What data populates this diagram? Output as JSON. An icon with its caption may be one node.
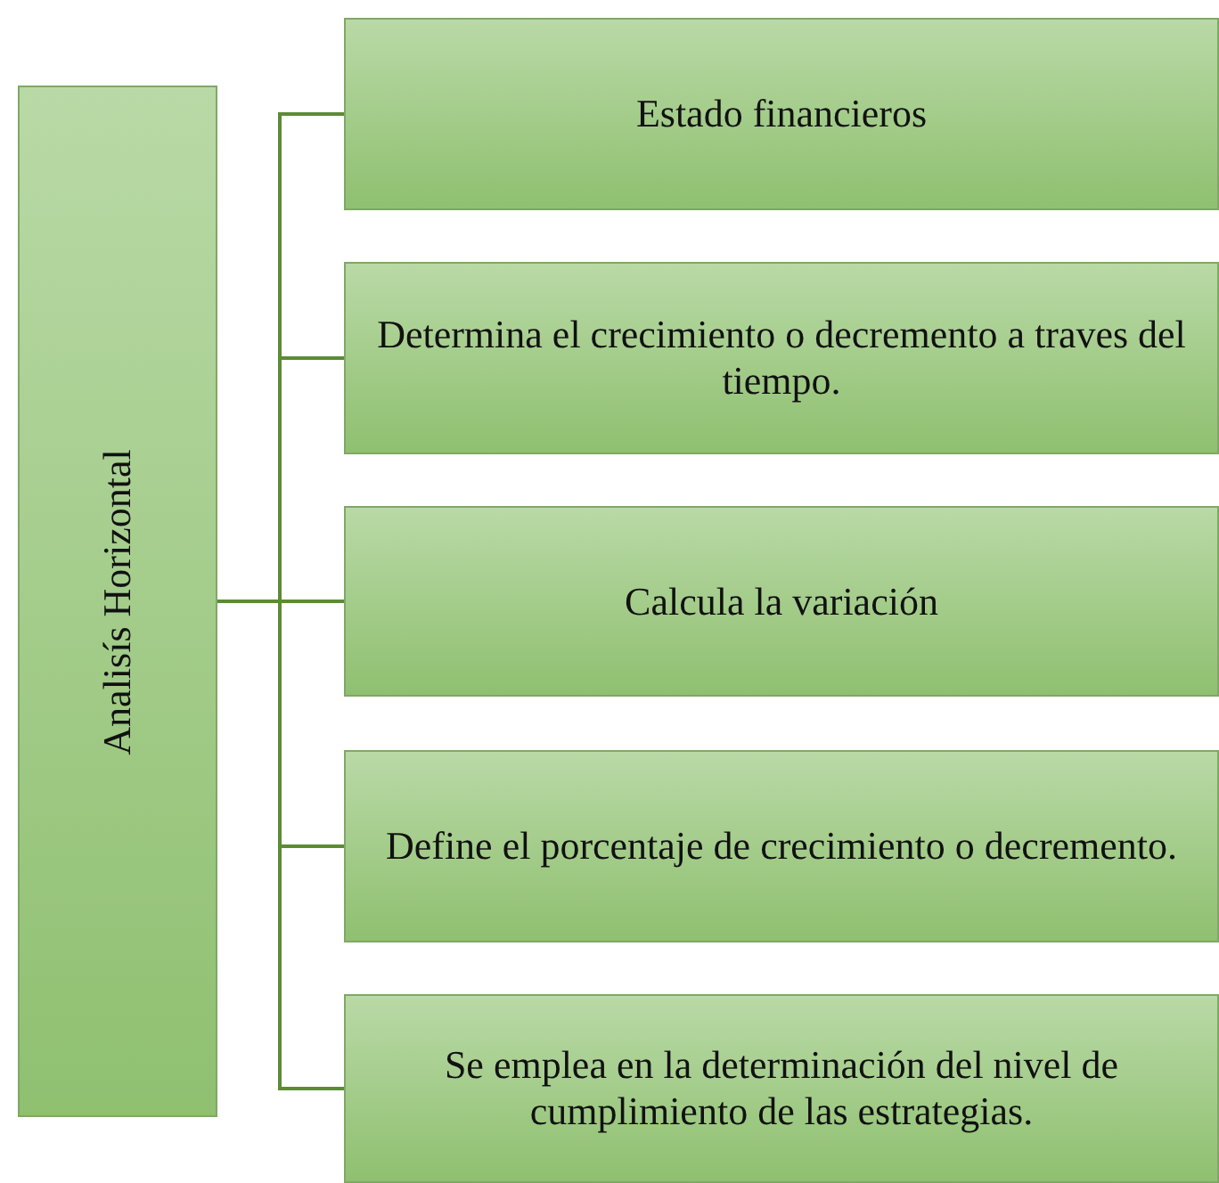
{
  "diagram": {
    "nodes": [
      {
        "text": [
          "Analisís Horizontal"
        ]
      },
      {
        "text": [
          "Estado financieros"
        ]
      },
      {
        "text": [
          "Determina el crecimiento o decremento a traves del tiempo."
        ]
      },
      {
        "text": [
          "Calcula la variación"
        ]
      },
      {
        "text": [
          "Define el porcentaje de crecimiento o decremento."
        ]
      },
      {
        "text": [
          "Se emplea en la determinación del nivel de cumplimiento de las estrategias."
        ]
      }
    ],
    "edges": [
      {
        "from": 0,
        "to": 1,
        "arrow": "none"
      },
      {
        "from": 0,
        "to": 2,
        "arrow": "none"
      },
      {
        "from": 0,
        "to": 3,
        "arrow": "none"
      },
      {
        "from": 0,
        "to": 4,
        "arrow": "none"
      },
      {
        "from": 0,
        "to": 5,
        "arrow": "none"
      }
    ]
  }
}
